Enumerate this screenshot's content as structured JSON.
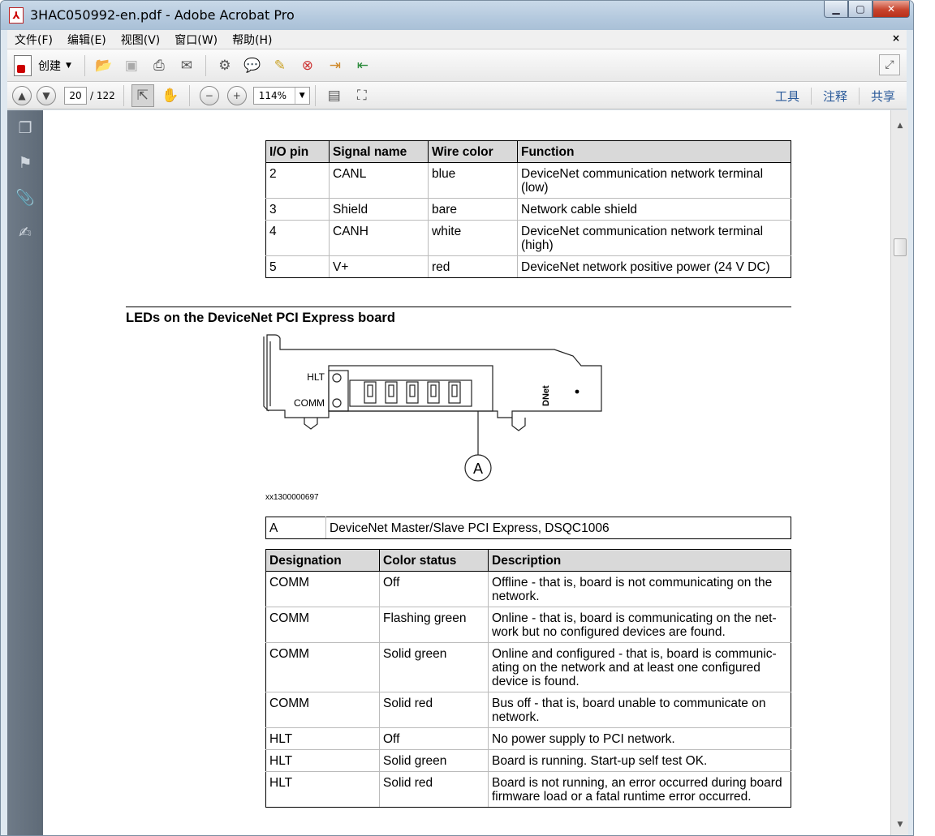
{
  "window": {
    "title": "3HAC050992-en.pdf - Adobe Acrobat Pro",
    "minimize_icon": "minimize-icon",
    "maximize_icon": "maximize-icon",
    "close_icon": "close-icon"
  },
  "menu": {
    "items": [
      "文件(F)",
      "编辑(E)",
      "视图(V)",
      "窗口(W)",
      "帮助(H)"
    ],
    "close_glyph": "×"
  },
  "toolbar": {
    "create_label": "创建",
    "icons": [
      "open-icon",
      "save-icon",
      "print-icon",
      "email-icon",
      "settings-icon",
      "comment-icon",
      "highlight-icon",
      "delete-icon",
      "export-icon",
      "import-icon"
    ]
  },
  "navbar": {
    "page_current": "20",
    "page_total": "/ 122",
    "zoom": "114%",
    "links": [
      "工具",
      "注释",
      "共享"
    ]
  },
  "document": {
    "pin_table": {
      "headers": [
        "I/O pin",
        "Signal name",
        "Wire color",
        "Function"
      ],
      "rows": [
        [
          "2",
          "CANL",
          "blue",
          "DeviceNet communication network terminal (low)"
        ],
        [
          "3",
          "Shield",
          "bare",
          "Network cable shield"
        ],
        [
          "4",
          "CANH",
          "white",
          "DeviceNet communication network terminal (high)"
        ],
        [
          "5",
          "V+",
          "red",
          "DeviceNet network positive power (24 V DC)"
        ]
      ]
    },
    "section_heading": "LEDs on the DeviceNet PCI Express board",
    "figure": {
      "label_hlt": "HLT",
      "label_comm": "COMM",
      "label_dnet": "DNet",
      "callout": "A",
      "reference": "xx1300000697"
    },
    "legend_table": {
      "rows": [
        [
          "A",
          "DeviceNet Master/Slave PCI Express, DSQC1006"
        ]
      ]
    },
    "led_table": {
      "headers": [
        "Designation",
        "Color status",
        "Description"
      ],
      "rows": [
        [
          "COMM",
          "Off",
          "Offline - that is, board is not communicating on the network."
        ],
        [
          "COMM",
          "Flashing green",
          "Online - that is, board is communicating on the net-work but no configured devices are found."
        ],
        [
          "COMM",
          "Solid green",
          "Online and configured - that is, board is communic-ating on the network and at least one configured device is found."
        ],
        [
          "COMM",
          "Solid red",
          "Bus off - that is, board unable to communicate on network."
        ],
        [
          "HLT",
          "Off",
          "No power supply to PCI network."
        ],
        [
          "HLT",
          "Solid green",
          "Board is running. Start-up self test OK."
        ],
        [
          "HLT",
          "Solid red",
          "Board is not running, an error occurred during board firmware load or a fatal runtime error occurred."
        ]
      ]
    }
  }
}
